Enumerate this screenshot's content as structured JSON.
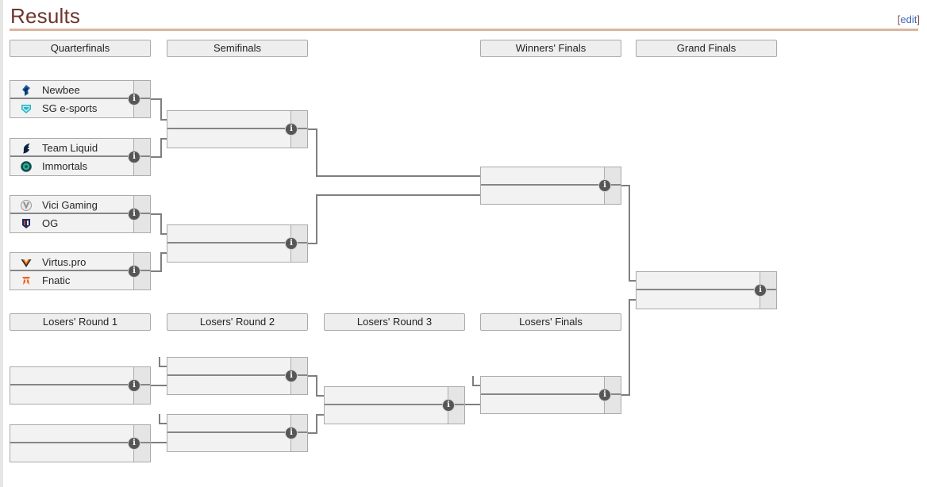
{
  "page": {
    "title": "Results",
    "edit": {
      "open_bracket": "[",
      "label": "edit",
      "close_bracket": "]"
    }
  },
  "upper_bracket": {
    "round_headers": [
      "Quarterfinals",
      "Semifinals",
      "Winners' Finals",
      "Grand Finals"
    ],
    "quarterfinals": [
      {
        "team1": "Newbee",
        "team2": "SG e-sports"
      },
      {
        "team1": "Team Liquid",
        "team2": "Immortals"
      },
      {
        "team1": "Vici Gaming",
        "team2": "OG"
      },
      {
        "team1": "Virtus.pro",
        "team2": "Fnatic"
      }
    ]
  },
  "lower_bracket": {
    "round_headers": [
      "Losers' Round 1",
      "Losers' Round 2",
      "Losers' Round 3",
      "Losers' Finals"
    ]
  },
  "icons": {
    "info": "i",
    "team_logos": [
      "newbee-logo",
      "sg-esports-logo",
      "team-liquid-logo",
      "immortals-logo",
      "vici-gaming-logo",
      "og-logo",
      "virtus-pro-logo",
      "fnatic-logo"
    ]
  },
  "colors": {
    "heading": "#6e352c",
    "heading_rule": "#dbb5a0",
    "edit_link_text": "#3b66bc",
    "edit_link_brackets": "#8a4b3f",
    "match_background": "#f2f2f2",
    "score_column_background": "#e5e5e5",
    "box_border": "#aaaaaa",
    "connector_line": "#7f7f7f",
    "info_icon_background": "#565656"
  }
}
